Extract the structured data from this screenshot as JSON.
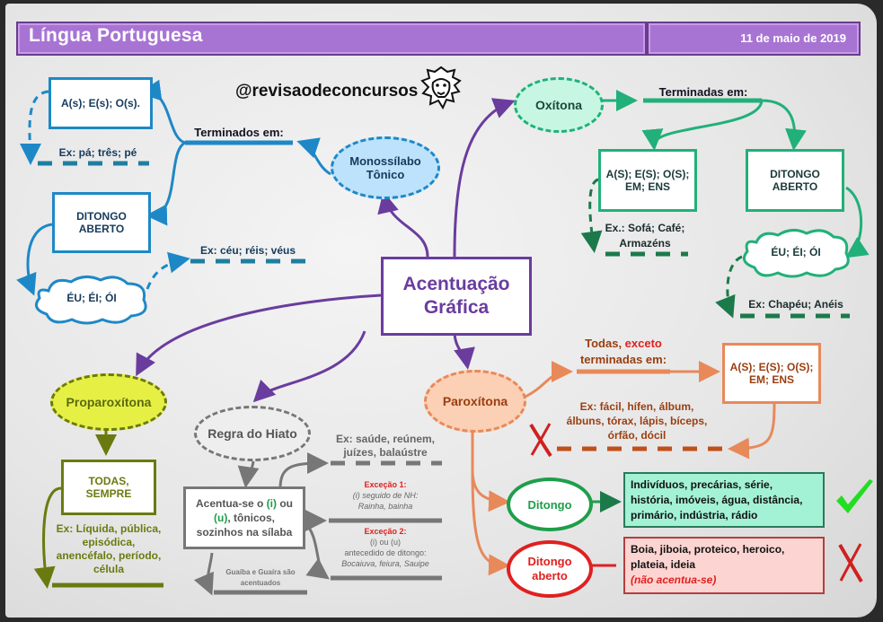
{
  "header": {
    "title": "Língua Portuguesa",
    "date": "11 de maio de 2019"
  },
  "brand": {
    "handle": "@revisaodeconcursos",
    "logo_icon": "lion-head-icon"
  },
  "center": {
    "title_line1": "Acentuação",
    "title_line2": "Gráfica"
  },
  "monossilabo": {
    "label_line1": "Monossílabo",
    "label_line2": "Tônico",
    "branch_label": "Terminados em:",
    "box1": "A(s); E(s); O(s).",
    "box1_example": "Ex: pá; três; pé",
    "box2_line1": "DITONGO",
    "box2_line2": "ABERTO",
    "cloud": "ÉU; ÉI; ÓI",
    "cloud_example": "Ex: céu; réis; véus"
  },
  "oxitona": {
    "label": "Oxítona",
    "branch_label": "Terminadas em:",
    "box1_line1": "A(S); E(S); O(S);",
    "box1_line2": "EM; ENS",
    "box1_example_line1": "Ex.: Sofá; Café;",
    "box1_example_line2": "Armazéns",
    "box2_line1": "DITONGO",
    "box2_line2": "ABERTO",
    "cloud": "ÉU; ÉI; ÓI",
    "cloud_example": "Ex: Chapéu; Anéis"
  },
  "proparoxitona": {
    "label": "Proparoxítona",
    "box_line1": "TODAS,",
    "box_line2": "SEMPRE",
    "example_line1": "Ex: Líquida, pública,",
    "example_line2": "episódica,",
    "example_line3": "anencéfalo, período,",
    "example_line4": "célula"
  },
  "hiato": {
    "label": "Regra do Hiato",
    "rule_part1": "Acentua-se o ",
    "rule_i": "(i)",
    "rule_part2": " ou",
    "rule_u": "(u)",
    "rule_part3": ", tônicos,",
    "rule_line3": "sozinhos na sílaba",
    "example_line1": "Ex: saúde, reúnem,",
    "example_line2": "juízes, balaústre",
    "exc1_title": "Exceção 1:",
    "exc1_line1": "(i) seguido de NH:",
    "exc1_line2": "Rainha, bainha",
    "exc2_title": "Exceção 2:",
    "exc2_line1": "(i) ou (u)",
    "exc2_line2": "antecedido de ditongo:",
    "exc2_line3": "Bocaiuva, feiura, Sauipe",
    "note_line1": "Guaíba e Guaíra são",
    "note_line2": "acentuados"
  },
  "paroxitona": {
    "label": "Paroxítona",
    "branch_part1": "Todas, ",
    "branch_exceto": "exceto",
    "branch_line2": "terminadas em:",
    "box_line1": "A(S); E(S); O(S);",
    "box_line2": "EM; ENS",
    "example_line1": "Ex: fácil, hífen, álbum,",
    "example_line2": "álbuns, tórax, lápis, bíceps,",
    "example_line3": "órfão, dócil",
    "ditongo_label": "Ditongo",
    "ditongo_note_line1": "Indivíduos, precárias, série,",
    "ditongo_note_line2": "história, imóveis, água, distância,",
    "ditongo_note_line3": "primário, indústria, rádio",
    "aberto_label_line1": "Ditongo",
    "aberto_label_line2": "aberto",
    "aberto_note_line1": "Boia, jiboia, proteico, heroico,",
    "aberto_note_line2": "plateia, ideia",
    "aberto_note_line3": "(não acentua-se)"
  },
  "colors": {
    "header": "#a874d4",
    "center": "#6a3c9e",
    "monossilabo": "#1e88c7",
    "oxitona": "#21b07a",
    "proparoxitona": "#7a8a12",
    "hiato": "#777777",
    "paroxitona": "#e8895a",
    "exception_red": "#e02020",
    "check_green": "#22dd22"
  }
}
